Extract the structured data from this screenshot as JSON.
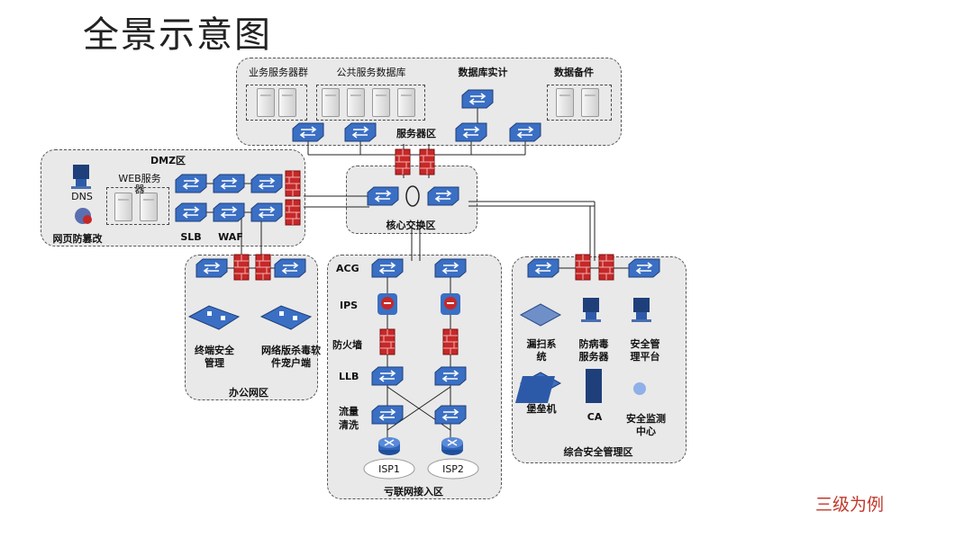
{
  "title": "全景示意图",
  "note": "三级为例",
  "zones": {
    "server": "服务器区",
    "dmz": "DMZ区",
    "core": "核心交换区",
    "office": "办公网区",
    "internet": "亏联网接入区",
    "security": "综合安全管理区"
  },
  "server_groups": [
    "业务服务器群",
    "公共服务数据库",
    "数据库实计",
    "数据备件"
  ],
  "dmz_labels": {
    "dns": "DNS",
    "web": "WEB服务器",
    "tamper": "网页防篡改",
    "slb": "SLB",
    "waf": "WAF"
  },
  "office_labels": {
    "terminal": "终端安全管理",
    "antivirus": "网络版杀毒软件宠户端"
  },
  "internet_labels": {
    "acg": "ACG",
    "ips": "IPS",
    "fw": "防火墙",
    "llb": "LLB",
    "flow": "流量清洗",
    "isp1": "ISP1",
    "isp2": "ISP2"
  },
  "security_labels": {
    "scan": "漏扫系统",
    "av": "防病毒服务器",
    "mgmt": "安全管理平台",
    "bastion": "堡垒机",
    "ca": "CA",
    "monitor": "安全监测中心"
  },
  "colors": {
    "zone_bg": "#e9e9e9",
    "device_blue": "#3a6fc4",
    "firewall_red": "#c62828",
    "note_red": "#c0392b"
  }
}
